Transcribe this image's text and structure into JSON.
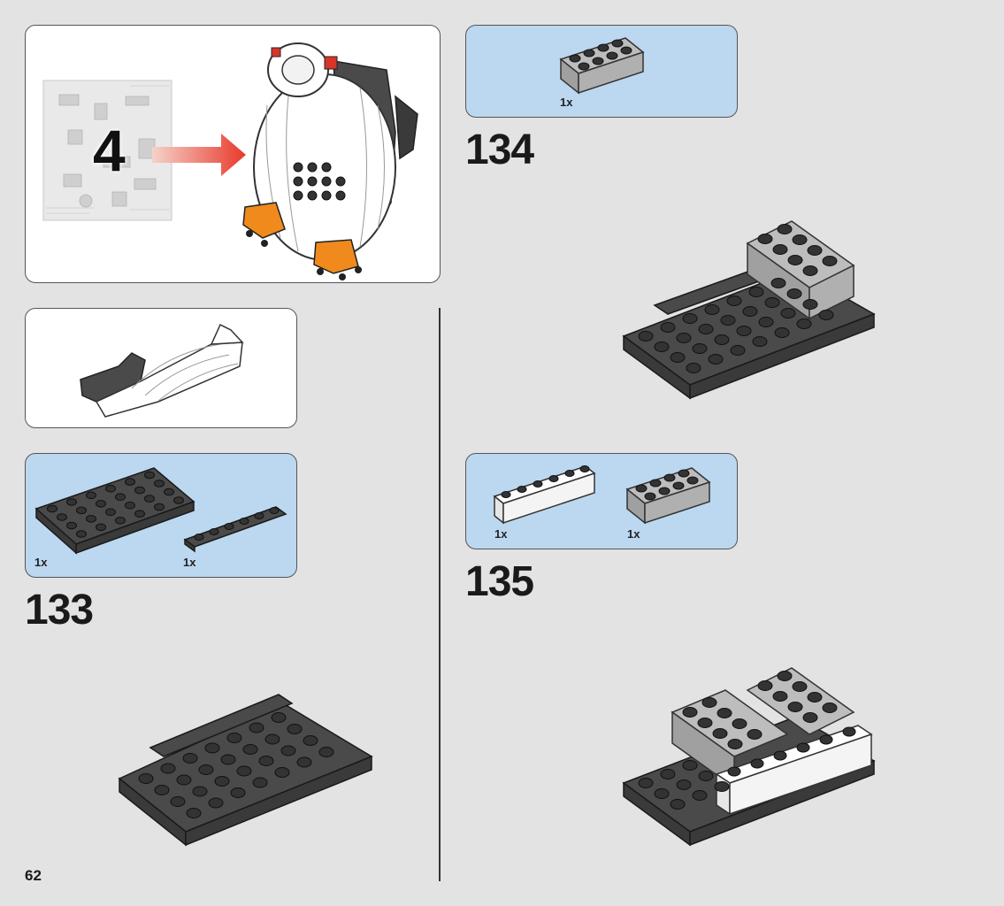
{
  "page": {
    "number": "62"
  },
  "bag_callout": {
    "bag_number": "4"
  },
  "steps": [
    {
      "number": "133",
      "parts": [
        {
          "qty": "1x",
          "name": "dark-grey-plate-4x6-icon"
        },
        {
          "qty": "1x",
          "name": "dark-grey-plate-1x6-icon"
        }
      ]
    },
    {
      "number": "134",
      "parts": [
        {
          "qty": "1x",
          "name": "light-grey-brick-2x4-icon"
        }
      ]
    },
    {
      "number": "135",
      "parts": [
        {
          "qty": "1x",
          "name": "white-brick-1x6-icon"
        },
        {
          "qty": "1x",
          "name": "light-grey-brick-2x4-icon"
        }
      ]
    }
  ],
  "colors": {
    "callout_blue": "#bcd8f0",
    "arrow_red": "#e8392c",
    "dark_grey": "#4a4a4a",
    "light_grey": "#a8a8a8",
    "orange": "#f08a1c"
  }
}
